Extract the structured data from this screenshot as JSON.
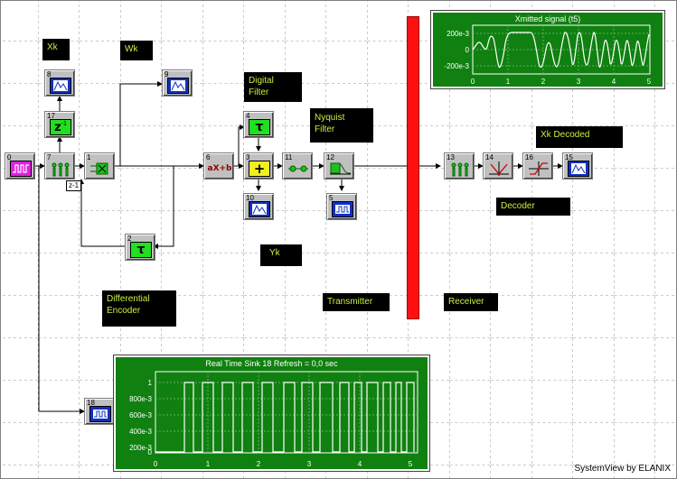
{
  "labels": {
    "xk": "Xk",
    "wk": "Wk",
    "digital_filter": "Digital\nFilter",
    "nyquist_filter": "Nyquist\nFilter",
    "xk_decoded": "Xk Decoded",
    "decoder": "Decoder",
    "yk": "Yk",
    "differential_encoder": "Differential\nEncoder",
    "transmitter": "Transmitter",
    "receiver": "Receiver"
  },
  "blocks": {
    "b0": "0",
    "b1": "1",
    "b2": "2",
    "b3": "3",
    "b4": "4",
    "b5": "5",
    "b6": "6",
    "b7": "7",
    "b8": "8",
    "b9": "9",
    "b10": "10",
    "b11": "11",
    "b12": "12",
    "b13": "13",
    "b14": "14",
    "b15": "15",
    "b16": "16",
    "b17": "17",
    "b18": "18"
  },
  "glyphs": {
    "z_inv": "z",
    "z_exp": "-1",
    "tau": "τ",
    "ax_b": "aX+b",
    "plus": "+"
  },
  "delay_tag": "z-1",
  "xmitted_panel": {
    "title": "Xmitted signal (t5)",
    "y_ticks": [
      "200e-3",
      "0",
      "-200e-3"
    ],
    "x_ticks": [
      "0",
      "1",
      "2",
      "3",
      "4",
      "5"
    ]
  },
  "realtime_panel": {
    "title": "Real Time Sink 18 Refresh = 0,0 sec",
    "y_ticks": [
      "1",
      "800e-3",
      "600e-3",
      "400e-3",
      "200e-3",
      "0"
    ],
    "x_ticks": [
      "0",
      "1",
      "2",
      "3",
      "4",
      "5"
    ]
  },
  "credit": "SystemView by ELANIX",
  "colors": {
    "background": "#ffffff",
    "label_bg": "#000000",
    "label_text": "#c8f040",
    "panel_bg": "#108010",
    "red_bar": "#ff1010"
  }
}
